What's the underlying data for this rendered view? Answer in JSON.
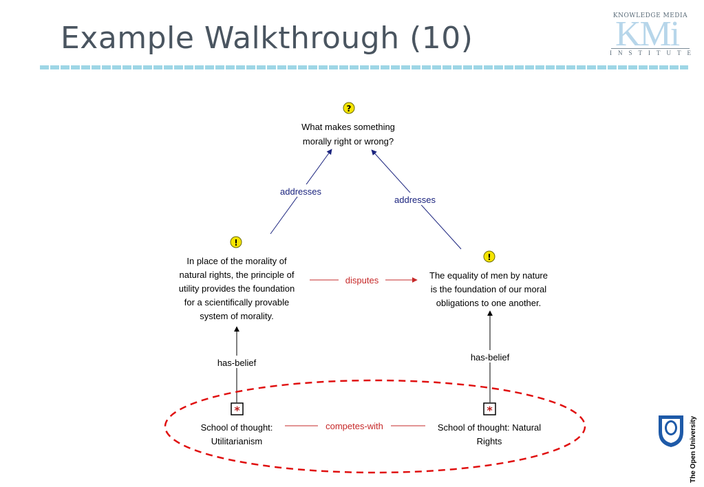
{
  "slide": {
    "title": "Example Walkthrough (10)"
  },
  "logos": {
    "kmi_top": "KNOWLEDGE MEDIA",
    "kmi_main": "KMi",
    "kmi_bottom": "INSTITUTE",
    "open_university": "The Open University"
  },
  "diagram": {
    "question": {
      "icon": "question-icon",
      "lines": [
        "What makes something",
        "morally right or wrong?"
      ]
    },
    "left_claim": {
      "icon": "exclamation-icon",
      "lines": [
        "In place of the morality of",
        "natural rights, the principle of",
        "utility provides the foundation",
        "for a scientifically provable",
        "system of morality."
      ]
    },
    "right_claim": {
      "icon": "exclamation-icon",
      "lines": [
        "The equality of men by nature",
        "is the foundation of our moral",
        "obligations to one another."
      ]
    },
    "left_school": {
      "icon": "school-asterisk-icon",
      "lines": [
        "School of thought:",
        "Utilitarianism"
      ]
    },
    "right_school": {
      "icon": "school-asterisk-icon",
      "lines": [
        "School of thought: Natural",
        "Rights"
      ]
    },
    "links": {
      "addresses_left": "addresses",
      "addresses_right": "addresses",
      "disputes": "disputes",
      "has_belief_left": "has-belief",
      "has_belief_right": "has-belief",
      "competes_with": "competes-with"
    },
    "colors": {
      "addresses": "#1a237e",
      "disputes": "#c62828",
      "has_belief": "#000000",
      "highlight_ellipse": "#e01010"
    }
  }
}
